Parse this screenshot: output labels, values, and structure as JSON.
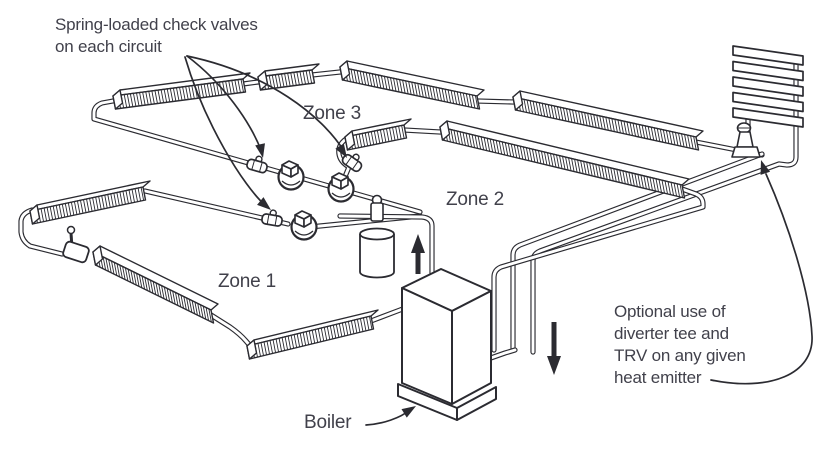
{
  "diagram": {
    "check_valve_note": [
      "Spring-loaded check valves",
      "on each circuit"
    ],
    "zone_labels": {
      "zone1": "Zone 1",
      "zone2": "Zone 2",
      "zone3": "Zone 3"
    },
    "boiler_label": "Boiler",
    "optional_note": [
      "Optional use of",
      "diverter tee and",
      "TRV on any given",
      "heat emitter"
    ],
    "colors": {
      "ink": "#2b2b31",
      "label_text": "#41414b",
      "background": "#ffffff"
    }
  }
}
